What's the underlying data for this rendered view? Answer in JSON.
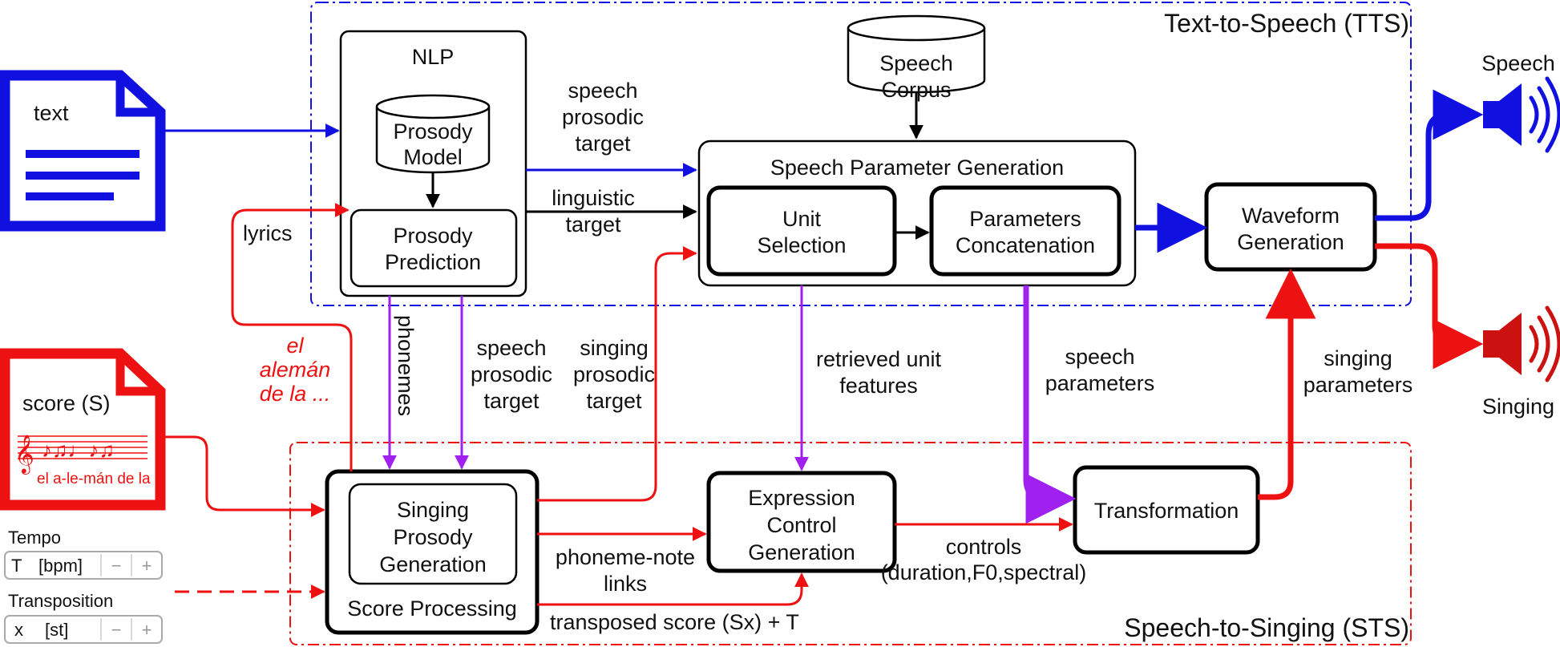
{
  "regions": {
    "tts": "Text-to-Speech (TTS)",
    "sts": "Speech-to-Singing (STS)"
  },
  "inputs": {
    "text_doc": "text",
    "score_doc": "score (S)",
    "score_lyrics": "el a-le-mán de la",
    "tempo": {
      "title": "Tempo",
      "symbol": "T",
      "unit": "[bpm]",
      "minus": "−",
      "plus": "+"
    },
    "transposition": {
      "title": "Transposition",
      "symbol": "x",
      "unit": "[st]",
      "minus": "−",
      "plus": "+"
    }
  },
  "blocks": {
    "nlp": "NLP",
    "prosody_model_l1": "Prosody",
    "prosody_model_l2": "Model",
    "prosody_pred_l1": "Prosody",
    "prosody_pred_l2": "Prediction",
    "speech_corpus_l1": "Speech",
    "speech_corpus_l2": "Corpus",
    "spg": "Speech Parameter Generation",
    "unit_sel_l1": "Unit",
    "unit_sel_l2": "Selection",
    "param_concat_l1": "Parameters",
    "param_concat_l2": "Concatenation",
    "waveform_l1": "Waveform",
    "waveform_l2": "Generation",
    "singing_prosody_l1": "Singing",
    "singing_prosody_l2": "Prosody",
    "singing_prosody_l3": "Generation",
    "score_processing": "Score Processing",
    "expression_l1": "Expression",
    "expression_l2": "Control",
    "expression_l3": "Generation",
    "transformation": "Transformation"
  },
  "edges": {
    "speech_prosodic_target_top": [
      "speech",
      "prosodic",
      "target"
    ],
    "linguistic_target": [
      "linguistic",
      "target"
    ],
    "lyrics": "lyrics",
    "lyrics_example": [
      "el",
      "alemán",
      "de la ..."
    ],
    "phonemes": "phonemes",
    "speech_prosodic_target_mid": [
      "speech",
      "prosodic",
      "target"
    ],
    "singing_prosodic_target": [
      "singing",
      "prosodic",
      "target"
    ],
    "retrieved_unit_features": [
      "retrieved unit",
      "features"
    ],
    "speech_parameters": [
      "speech",
      "parameters"
    ],
    "singing_parameters": [
      "singing",
      "parameters"
    ],
    "phoneme_note_links": [
      "phoneme-note",
      "links"
    ],
    "transposed_score": "transposed score (Sx) + T",
    "controls": [
      "controls",
      "(duration,F0,spectral)"
    ]
  },
  "outputs": {
    "speech": "Speech",
    "singing": "Singing"
  },
  "colors": {
    "tts": "#1010e0",
    "sts": "#ee1111",
    "purple": "#a020f0",
    "black": "#000000"
  }
}
